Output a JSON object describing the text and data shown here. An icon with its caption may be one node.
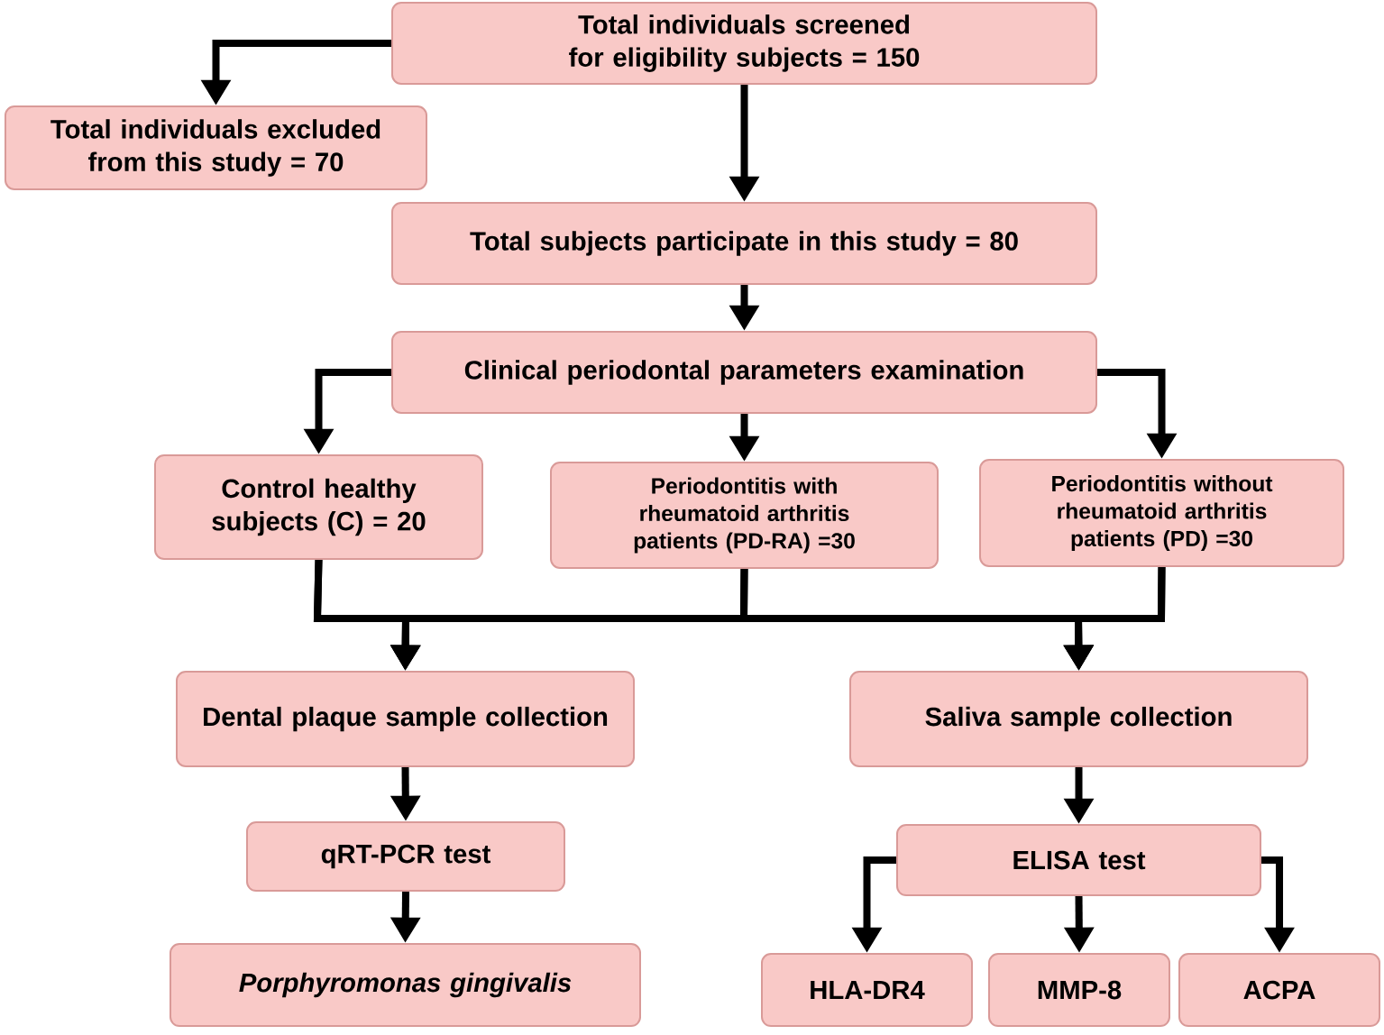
{
  "diagram": {
    "nodes": [
      {
        "text": [
          "Total individuals screened for eligibility subjects = 150"
        ]
      },
      {
        "text": [
          "Total individuals excluded from this study = 70"
        ]
      },
      {
        "text": [
          "Total subjects participate in this study = 80"
        ]
      },
      {
        "text": [
          "Clinical periodontal parameters examination"
        ]
      },
      {
        "text": [
          "Control healthy subjects (C) = 20"
        ]
      },
      {
        "text": [
          "Periodontitis with rheumatoid arthritis patients (PD-RA) =30"
        ]
      },
      {
        "text": [
          "Periodontitis without rheumatoid arthritis patients (PD) =30"
        ]
      },
      {
        "text": [
          "Dental plaque sample collection"
        ]
      },
      {
        "text": [
          "Saliva sample collection"
        ]
      },
      {
        "text": [
          "qRT-PCR test"
        ]
      },
      {
        "text": [
          "Porphyromonas gingivalis"
        ]
      },
      {
        "text": [
          "ELISA test"
        ]
      },
      {
        "text": [
          "HLA-DR4"
        ]
      },
      {
        "text": [
          "MMP-8"
        ]
      },
      {
        "text": [
          "ACPA"
        ]
      }
    ],
    "edges": [
      {
        "from": 0,
        "to": 1,
        "arrow": "to"
      },
      {
        "from": 0,
        "to": 2,
        "arrow": "to"
      },
      {
        "from": 2,
        "to": 3,
        "arrow": "to"
      },
      {
        "from": 3,
        "to": 4,
        "arrow": "to"
      },
      {
        "from": 3,
        "to": 5,
        "arrow": "to"
      },
      {
        "from": 3,
        "to": 6,
        "arrow": "to"
      },
      {
        "from": 4,
        "to": 7,
        "arrow": "to"
      },
      {
        "from": 5,
        "to": 7,
        "arrow": "to"
      },
      {
        "from": 6,
        "to": 7,
        "arrow": "to"
      },
      {
        "from": 4,
        "to": 8,
        "arrow": "to"
      },
      {
        "from": 5,
        "to": 8,
        "arrow": "to"
      },
      {
        "from": 6,
        "to": 8,
        "arrow": "to"
      },
      {
        "from": 7,
        "to": 9,
        "arrow": "to"
      },
      {
        "from": 9,
        "to": 10,
        "arrow": "to"
      },
      {
        "from": 8,
        "to": 11,
        "arrow": "to"
      },
      {
        "from": 11,
        "to": 12,
        "arrow": "to"
      },
      {
        "from": 11,
        "to": 13,
        "arrow": "to"
      },
      {
        "from": 11,
        "to": 14,
        "arrow": "to"
      }
    ]
  }
}
